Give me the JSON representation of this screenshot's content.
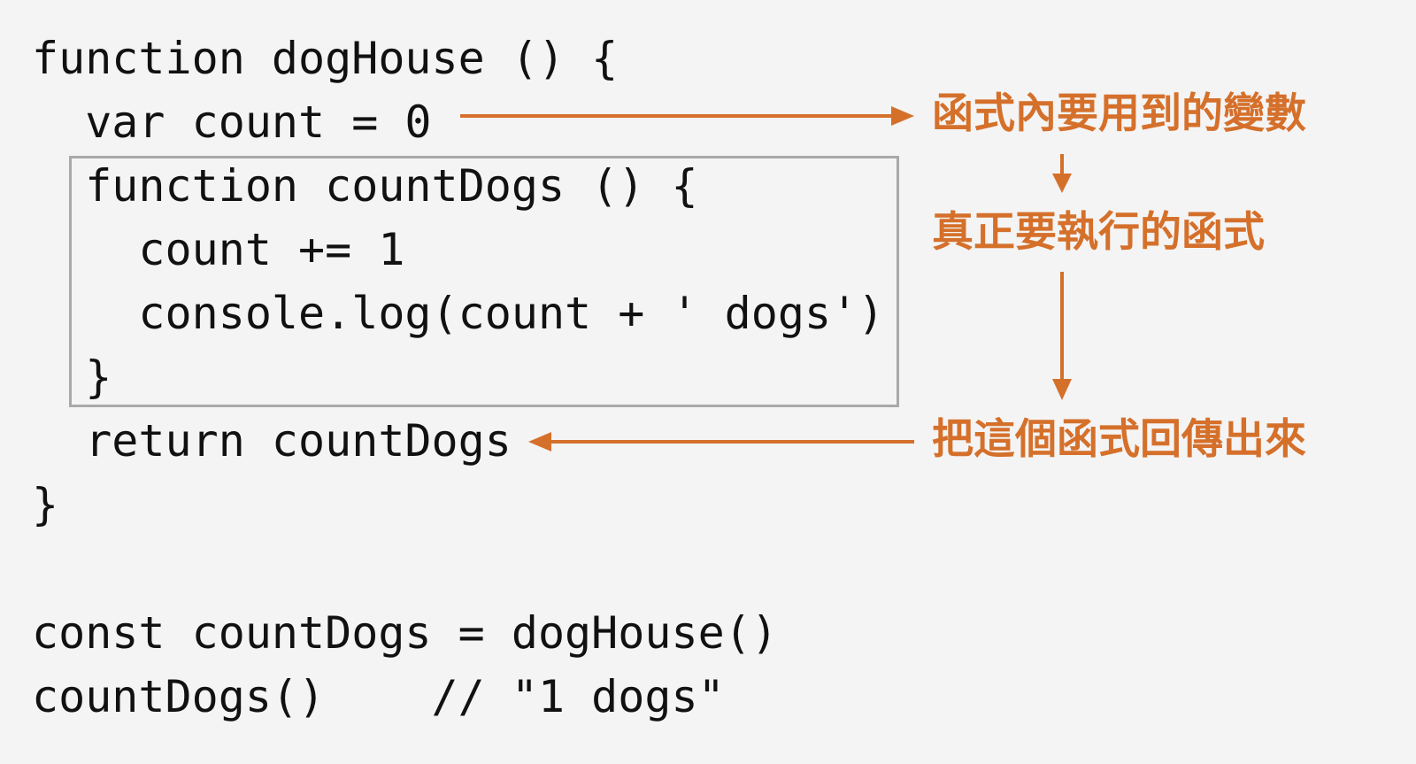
{
  "code": {
    "lines": [
      "function dogHouse () {",
      "  var count = 0",
      "  function countDogs () {",
      "    count += 1",
      "    console.log(count + ' dogs')",
      "  }",
      "  return countDogs",
      "}",
      "const countDogs = dogHouse()",
      "countDogs()    // \"1 dogs\""
    ]
  },
  "annotations": {
    "variable_note": "函式內要用到的變數",
    "function_note": "真正要執行的函式",
    "return_note": "把這個函式回傳出來"
  },
  "colors": {
    "accent": "#d5702b",
    "box_border": "#a9a9a9",
    "code_text": "#111111",
    "background": "#f4f4f4"
  }
}
